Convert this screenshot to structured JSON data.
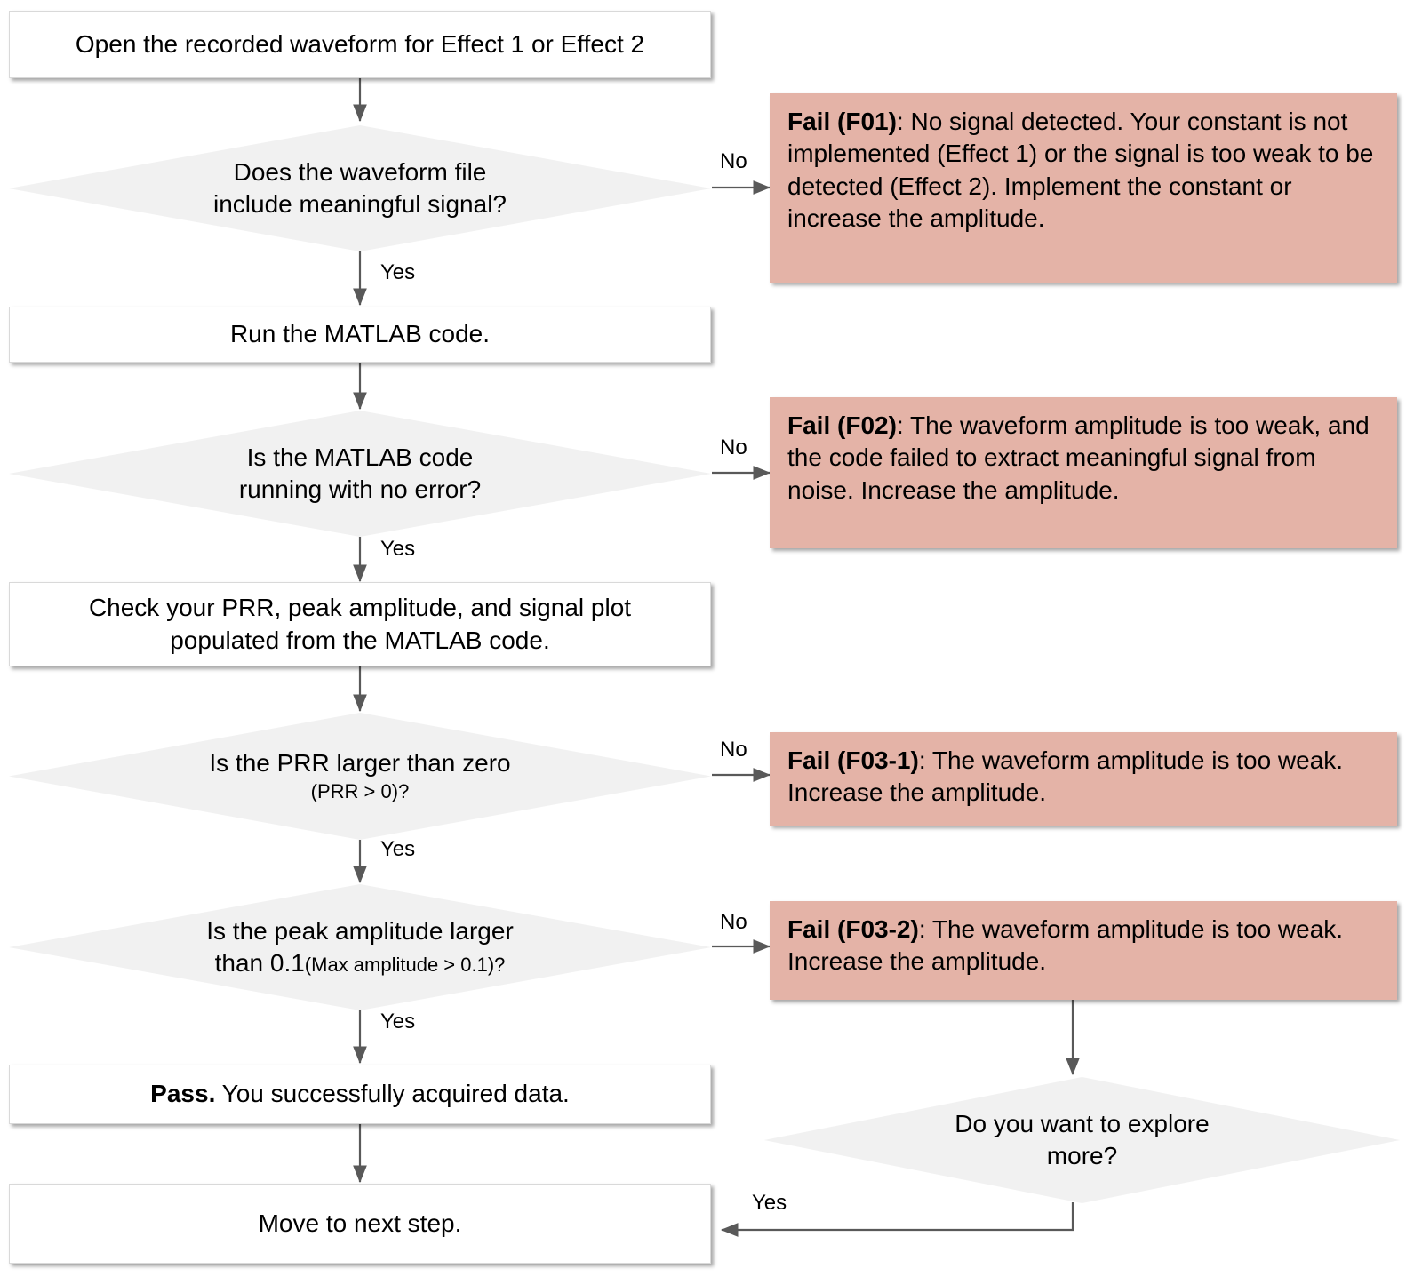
{
  "diagram": {
    "title": "Waveform acquisition troubleshooting flowchart",
    "colors": {
      "process_fill": "#ffffff",
      "decision_fill": "#f1f1f1",
      "fail_fill": "#e4b3a7",
      "line": "#595959",
      "text": "#000000"
    }
  },
  "nodes": {
    "open_waveform": {
      "type": "process",
      "text": "Open the recorded waveform for Effect 1 or Effect 2"
    },
    "q_meaningful_signal": {
      "type": "decision",
      "line1": "Does the waveform file",
      "line2": "include meaningful signal?"
    },
    "run_matlab": {
      "type": "process",
      "text": "Run the MATLAB code."
    },
    "q_no_error": {
      "type": "decision",
      "line1": "Is the MATLAB code",
      "line2": "running with no error?"
    },
    "check_prr": {
      "type": "process",
      "line1": "Check your PRR, peak amplitude, and signal plot",
      "line2": "populated from the MATLAB code."
    },
    "q_prr_gt_zero": {
      "type": "decision",
      "line1": "Is the PRR  larger than zero",
      "line2_small": "(PRR > 0)?"
    },
    "q_peak_amp": {
      "type": "decision",
      "line1_a": "Is the peak amplitude larger",
      "line2_a": "than 0.1",
      "line2_small": "(Max amplitude > 0.1)?"
    },
    "pass_node": {
      "type": "process",
      "bold": "Pass.",
      "text": " You successfully acquired data."
    },
    "move_next": {
      "type": "process",
      "text": "Move to next step."
    },
    "q_explore_more": {
      "type": "decision",
      "line1": "Do you want to explore",
      "line2": "more?"
    }
  },
  "fail_boxes": {
    "f01": {
      "label": "Fail (F01)",
      "text": ": No signal detected. Your constant is not implemented (Effect 1) or the signal is too weak to be detected (Effect 2). Implement the constant or increase the amplitude."
    },
    "f02": {
      "label": "Fail (F02)",
      "text": ": The waveform amplitude is too weak, and the code failed to extract meaningful signal from noise. Increase the amplitude."
    },
    "f03_1": {
      "label": "Fail (F03-1)",
      "text": ": The waveform amplitude is too weak. Increase the amplitude."
    },
    "f03_2": {
      "label": "Fail (F03-2)",
      "text": ": The waveform amplitude is too weak. Increase the amplitude."
    }
  },
  "edge_labels": {
    "no_1": "No",
    "no_2": "No",
    "no_3": "No",
    "no_4": "No",
    "yes_1": "Yes",
    "yes_2": "Yes",
    "yes_3": "Yes",
    "yes_4": "Yes",
    "yes_explore": "Yes"
  }
}
